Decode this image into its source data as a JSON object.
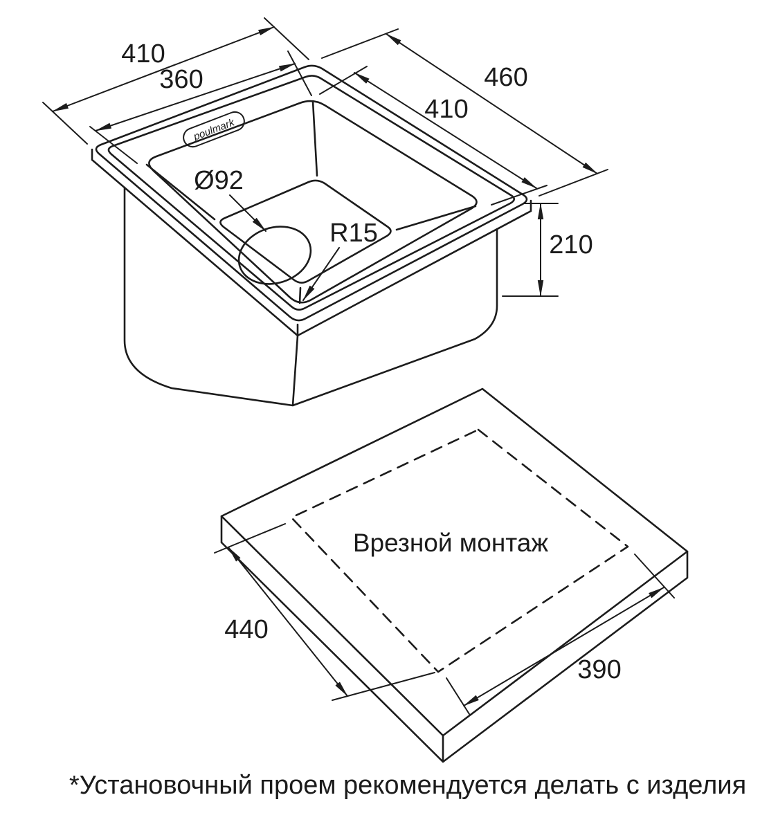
{
  "page": {
    "background": "#ffffff",
    "line_color": "#1c1c1c"
  },
  "sink_view": {
    "brand": "poulmark",
    "dims": {
      "outer_width": "410",
      "inner_width": "360",
      "outer_depth": "460",
      "inner_depth": "410",
      "drain_diameter": "Ø92",
      "corner_radius": "R15",
      "height": "210"
    }
  },
  "cutout_view": {
    "title": "Врезной монтаж",
    "dims": {
      "width": "440",
      "length": "390"
    }
  },
  "footnote": "*Установочный проем рекомендуется делать с изделия"
}
